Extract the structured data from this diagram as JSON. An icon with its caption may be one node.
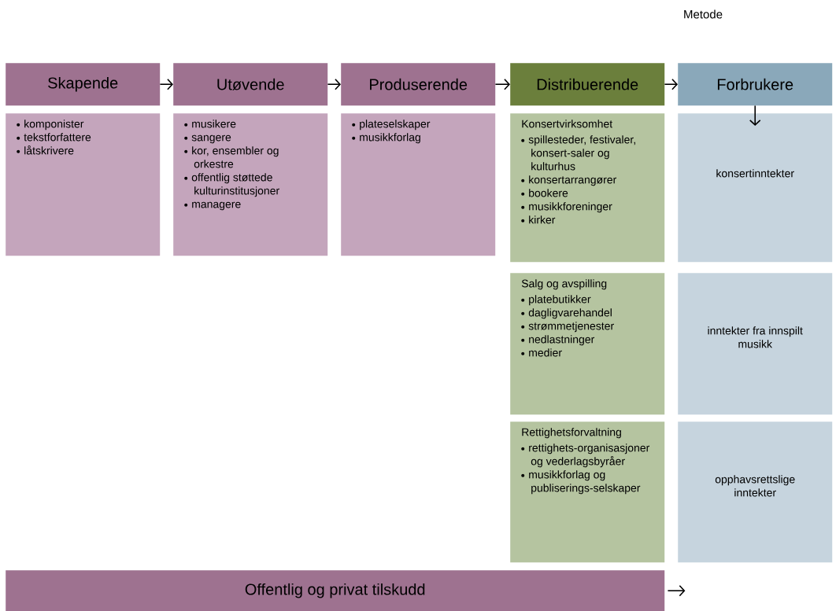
{
  "diagram": {
    "nodes": [
      {
        "text": [
          "Skapende"
        ]
      },
      {
        "text": [
          "Utøvende"
        ]
      },
      {
        "text": [
          "Produserende"
        ]
      },
      {
        "text": [
          "Distribuerende"
        ]
      },
      {
        "text": [
          "Forbrukere"
        ]
      },
      {
        "text": [
          "komponister",
          "tekstforfattere",
          "låtskrivere"
        ]
      },
      {
        "text": [
          "musikere",
          "sangere",
          "kor, ensembler og orkestre",
          "offentlig støttede kulturinstitusjoner",
          "managere"
        ]
      },
      {
        "text": [
          "plateselskaper",
          "musikkforlag"
        ]
      },
      {
        "text": [
          "Konsertvirksomhet",
          "spillesteder, festivaler, konsert-saler og kulturhus",
          "konsertarrangører",
          "bookere",
          "musikkforeninger",
          "kirker"
        ]
      },
      {
        "text": [
          "konsertinntekter"
        ]
      },
      {
        "text": [
          "Salg og avspilling",
          "platebutikker",
          "dagligvarehandel",
          "strømmetjenester",
          "nedlastninger",
          "medier"
        ]
      },
      {
        "text": [
          "inntekter fra innspilt musikk"
        ]
      },
      {
        "text": [
          "Rettighetsforvaltning",
          "rettighets-organisasjoner og vederlagsbyråer",
          "musikkforlag og publiserings-selskaper"
        ]
      },
      {
        "text": [
          "opphavsrettslige inntekter"
        ]
      },
      {
        "text": [
          "Offentlig og privat tilskudd"
        ]
      }
    ],
    "edges": [
      {
        "from": 0,
        "to": 1,
        "arrow": "to"
      },
      {
        "from": 1,
        "to": 2,
        "arrow": "to"
      },
      {
        "from": 2,
        "to": 3,
        "arrow": "to"
      },
      {
        "from": 3,
        "to": 4,
        "arrow": "to"
      },
      {
        "from": 4,
        "to": 9,
        "arrow": "to"
      },
      {
        "from": 14,
        "to": null,
        "arrow": "to"
      }
    ],
    "labels": [
      "Metode"
    ]
  }
}
